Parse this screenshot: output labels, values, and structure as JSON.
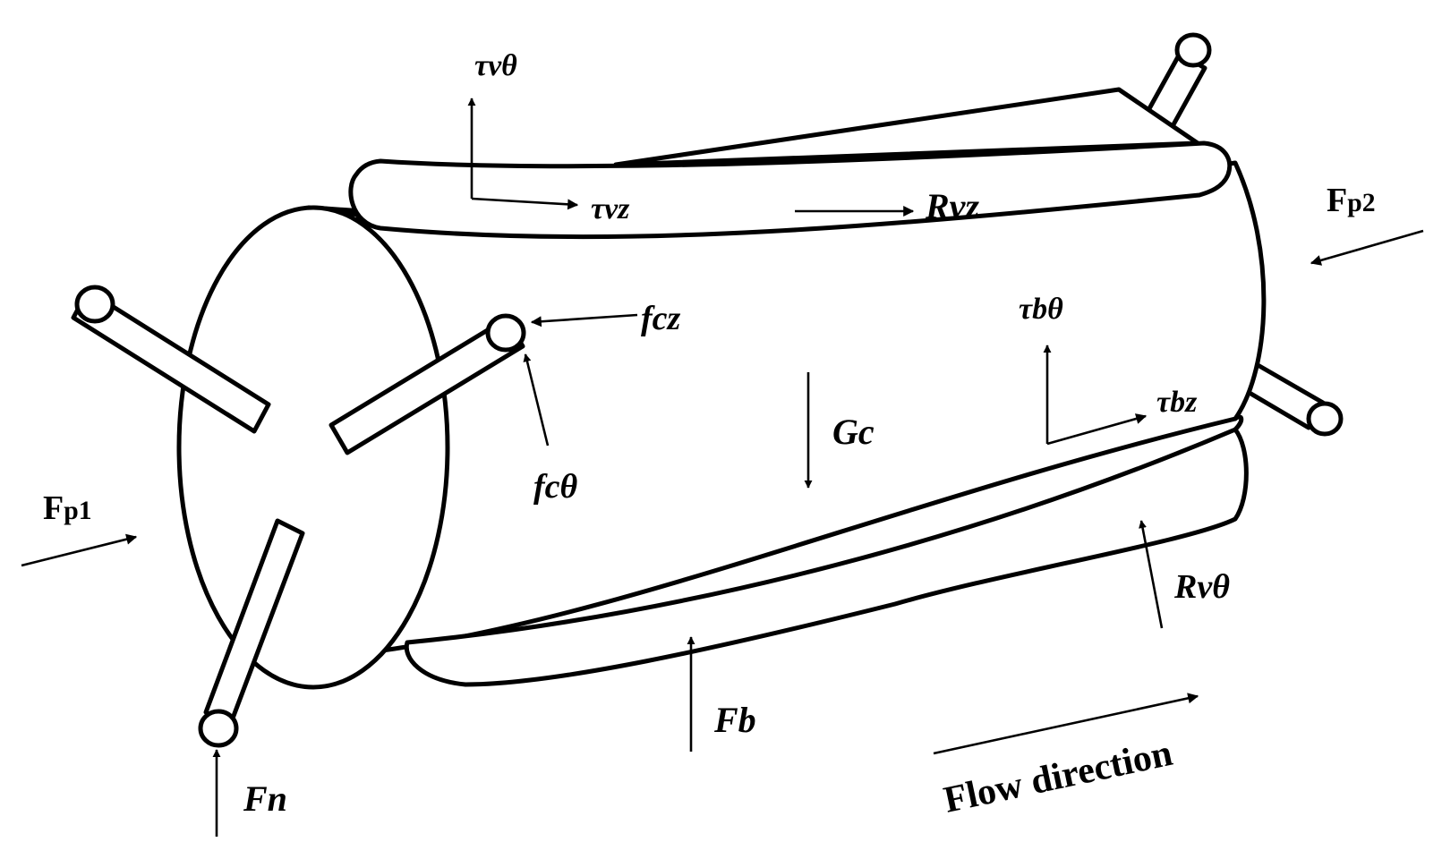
{
  "labels": {
    "tau_v_theta": "τvθ",
    "tau_vz": "τvz",
    "r_vz": "Rvz",
    "f_p2_main": "F",
    "f_p2_sub": "p2",
    "f_cz": "fcz",
    "tau_b_theta": "τbθ",
    "tau_bz": "τbz",
    "g_c": "Gc",
    "f_c_theta": "fcθ",
    "f_p1_main": "F",
    "f_p1_sub": "p1",
    "r_v_theta": "Rvθ",
    "f_b": "Fb",
    "f_n": "Fn",
    "flow_direction": "Flow direction"
  },
  "colors": {
    "stroke": "#000000",
    "background": "#ffffff"
  }
}
